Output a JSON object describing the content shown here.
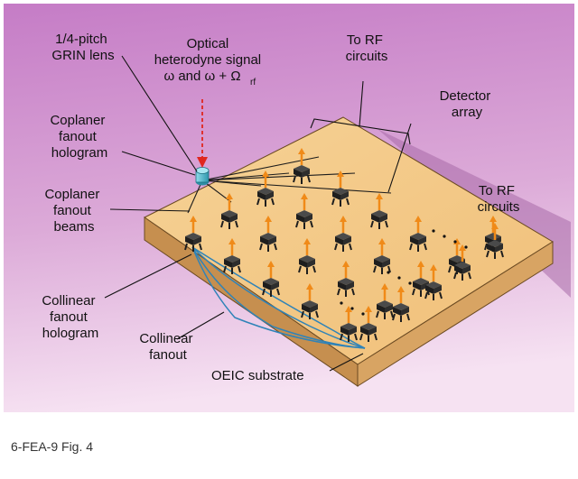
{
  "labels": {
    "grin_lens": [
      "1/4-pitch",
      "GRIN lens"
    ],
    "optical_signal": [
      "Optical",
      "heterodyne signal",
      "ω and ω + Ω",
      "rf"
    ],
    "to_rf_top": [
      "To RF",
      "circuits"
    ],
    "detector_array": [
      "Detector",
      "array"
    ],
    "coplanar_hologram": [
      "Coplaner",
      "fanout",
      "hologram"
    ],
    "coplanar_beams": [
      "Coplaner",
      "fanout",
      "beams"
    ],
    "to_rf_right": [
      "To RF",
      "circuits"
    ],
    "collinear_hologram": [
      "Collinear",
      "fanout",
      "hologram"
    ],
    "collinear_fanout": [
      "Collinear",
      "fanout"
    ],
    "substrate": "OEIC substrate"
  },
  "caption": "6-FEA-9  Fig. 4",
  "colors": {
    "background_top": "#c880c8",
    "background_bottom": "#f4dcf0",
    "substrate_top": "#f3c985",
    "substrate_side": "#c89150",
    "detector": "#1e1e1e",
    "beam": "#f08a18",
    "signal_arrow": "#e0261e",
    "collinear_beam": "#2f83b8",
    "lens": "#52b8cc"
  }
}
